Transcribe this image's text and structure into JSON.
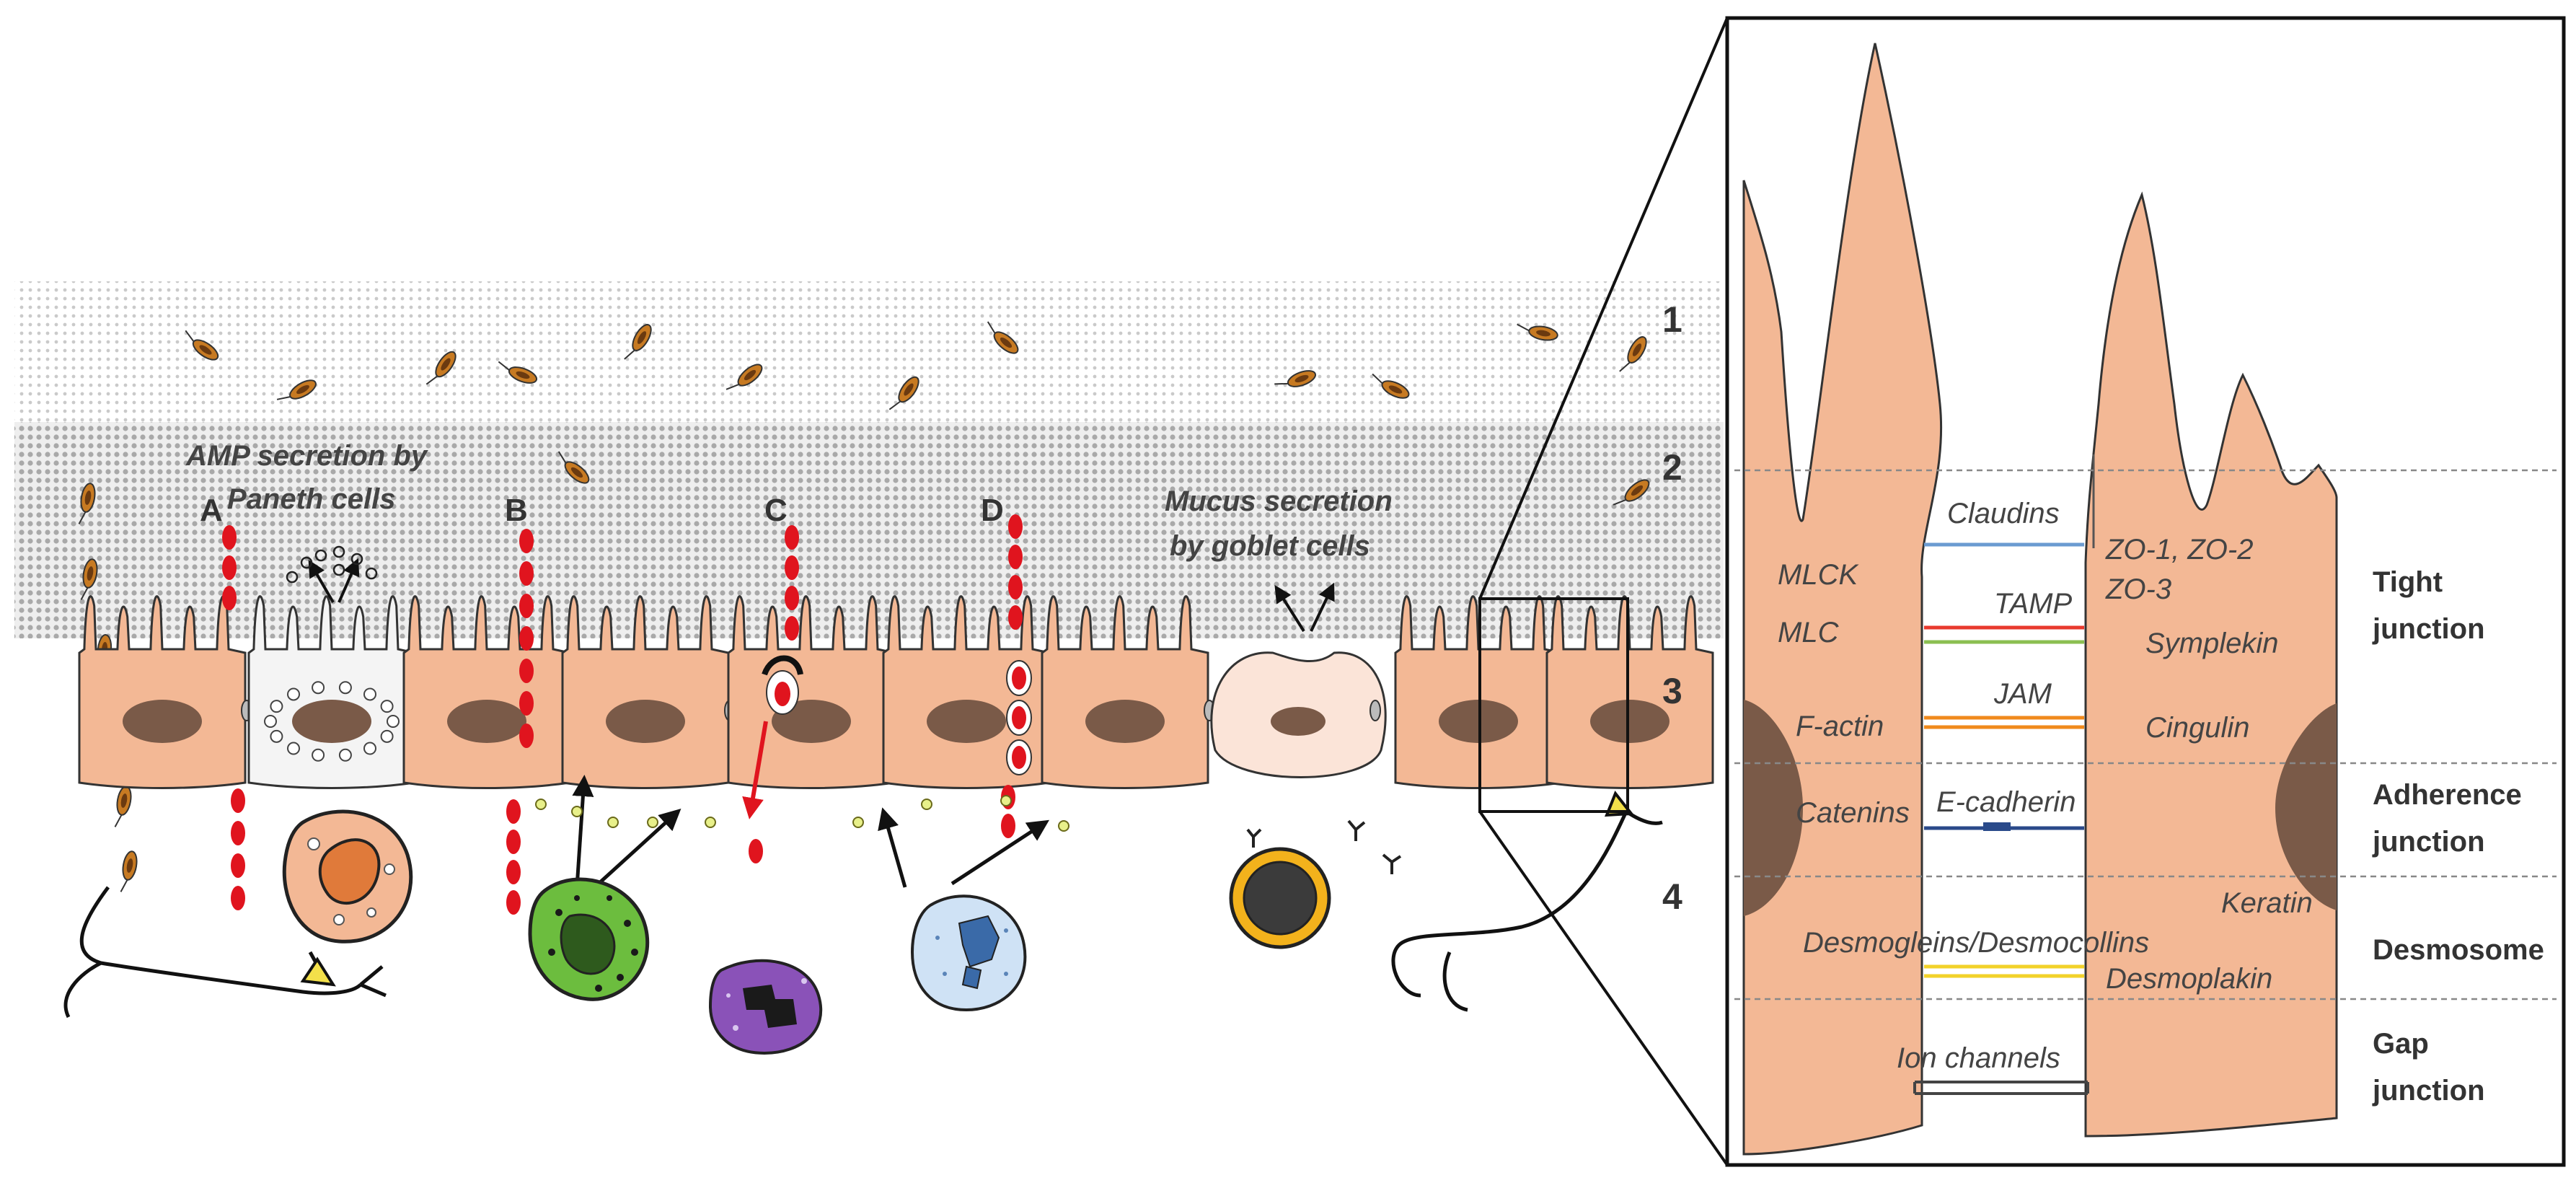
{
  "colors": {
    "cell_fill": "#f3b895",
    "cell_stroke": "#333333",
    "nucleus": "#7a5a48",
    "goblet_fill": "#fbe4d8",
    "paneth_fill": "#f4f4f4",
    "mucus_dot": "#c9c9c9",
    "bacteria_body": "#c77a22",
    "bacteria_core": "#6b3a10",
    "red_particle": "#e0141e",
    "claudin_line": "#6b9bd1",
    "tamp_line": "#e8392d",
    "jam_line": "#f08a1c",
    "ecadherin_line": "#2a4a8a",
    "desmo_line": "#f2d22a",
    "gap_line": "#555555",
    "neutrophil": "#8a52b8",
    "macrophage_green": "#5ba83a",
    "blue_cell": "#c7dcf0",
    "ring_cell": "#f3b21c",
    "dashed": "#888888"
  },
  "layers": {
    "one": "1",
    "two": "2",
    "three": "3",
    "four": "4"
  },
  "routes": {
    "a": "A",
    "b": "B",
    "c": "C",
    "d": "D"
  },
  "captions": {
    "amp_line1": "AMP secretion by",
    "amp_line2": "Paneth cells",
    "mucus_line1": "Mucus secretion",
    "mucus_line2": "by goblet cells"
  },
  "zoom": {
    "left_labels": {
      "mlck": "MLCK",
      "mlc": "MLC",
      "factin": "F-actin",
      "catenins": "Catenins"
    },
    "center_labels": {
      "claudins": "Claudins",
      "tamp": "TAMP",
      "jam": "JAM",
      "ecadherin": "E-cadherin",
      "desmo": "Desmogleins/Desmocollins",
      "ion": "Ion channels"
    },
    "right_labels": {
      "zo1": "ZO-1, ZO-2",
      "zo3": "ZO-3",
      "symplekin": "Symplekin",
      "cingulin": "Cingulin",
      "keratin": "Keratin",
      "desmoplakin": "Desmoplakin"
    },
    "junctions": {
      "tight1": "Tight",
      "tight2": "junction",
      "adh1": "Adherence",
      "adh2": "junction",
      "desmosome": "Desmosome",
      "gap1": "Gap",
      "gap2": "junction"
    }
  }
}
